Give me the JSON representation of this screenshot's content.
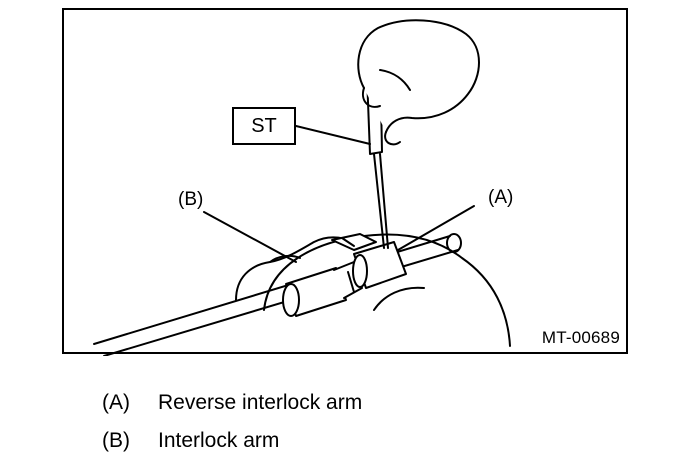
{
  "figure": {
    "tool_label": "ST",
    "callout_a": "(A)",
    "callout_b": "(B)",
    "figure_id": "MT-00689"
  },
  "legend": [
    {
      "key": "(A)",
      "text": "Reverse interlock arm"
    },
    {
      "key": "(B)",
      "text": "Interlock arm"
    }
  ]
}
